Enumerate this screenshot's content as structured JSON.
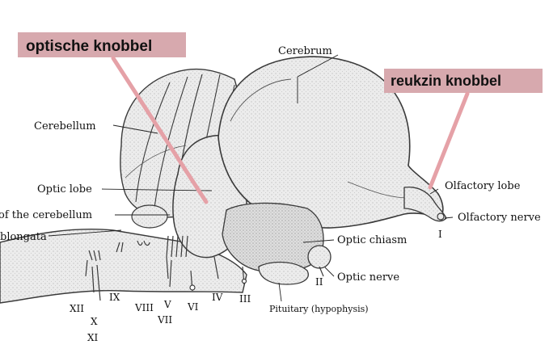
{
  "callouts": {
    "optic": "optische knobbel",
    "olfactory": "reukzin knobbel"
  },
  "labels": {
    "cerebrum": "Cerebrum",
    "cerebellum": "Cerebellum",
    "optic_lobe": "Optic lobe",
    "of_the_cerebellum": "of the cerebellum",
    "oblongata": "blongata",
    "olfactory_lobe": "Olfactory lobe",
    "olfactory_nerve": "Olfactory nerve",
    "optic_chiasm": "Optic chiasm",
    "optic_nerve": "Optic nerve",
    "pituitary": "Pituitary (hypophysis)"
  },
  "cranial_nerves": {
    "I": "I",
    "II": "II",
    "III": "III",
    "IV": "IV",
    "V": "V",
    "VI": "VI",
    "VII": "VII",
    "VIII": "VIII",
    "IX": "IX",
    "X": "X",
    "XI": "XI",
    "XII": "XII"
  },
  "colors": {
    "callout_bg": "#d7a9ae",
    "callout_arrow": "#e5a1a7",
    "outline": "#3a3a3a",
    "brain_fill": "#ebebeb"
  }
}
